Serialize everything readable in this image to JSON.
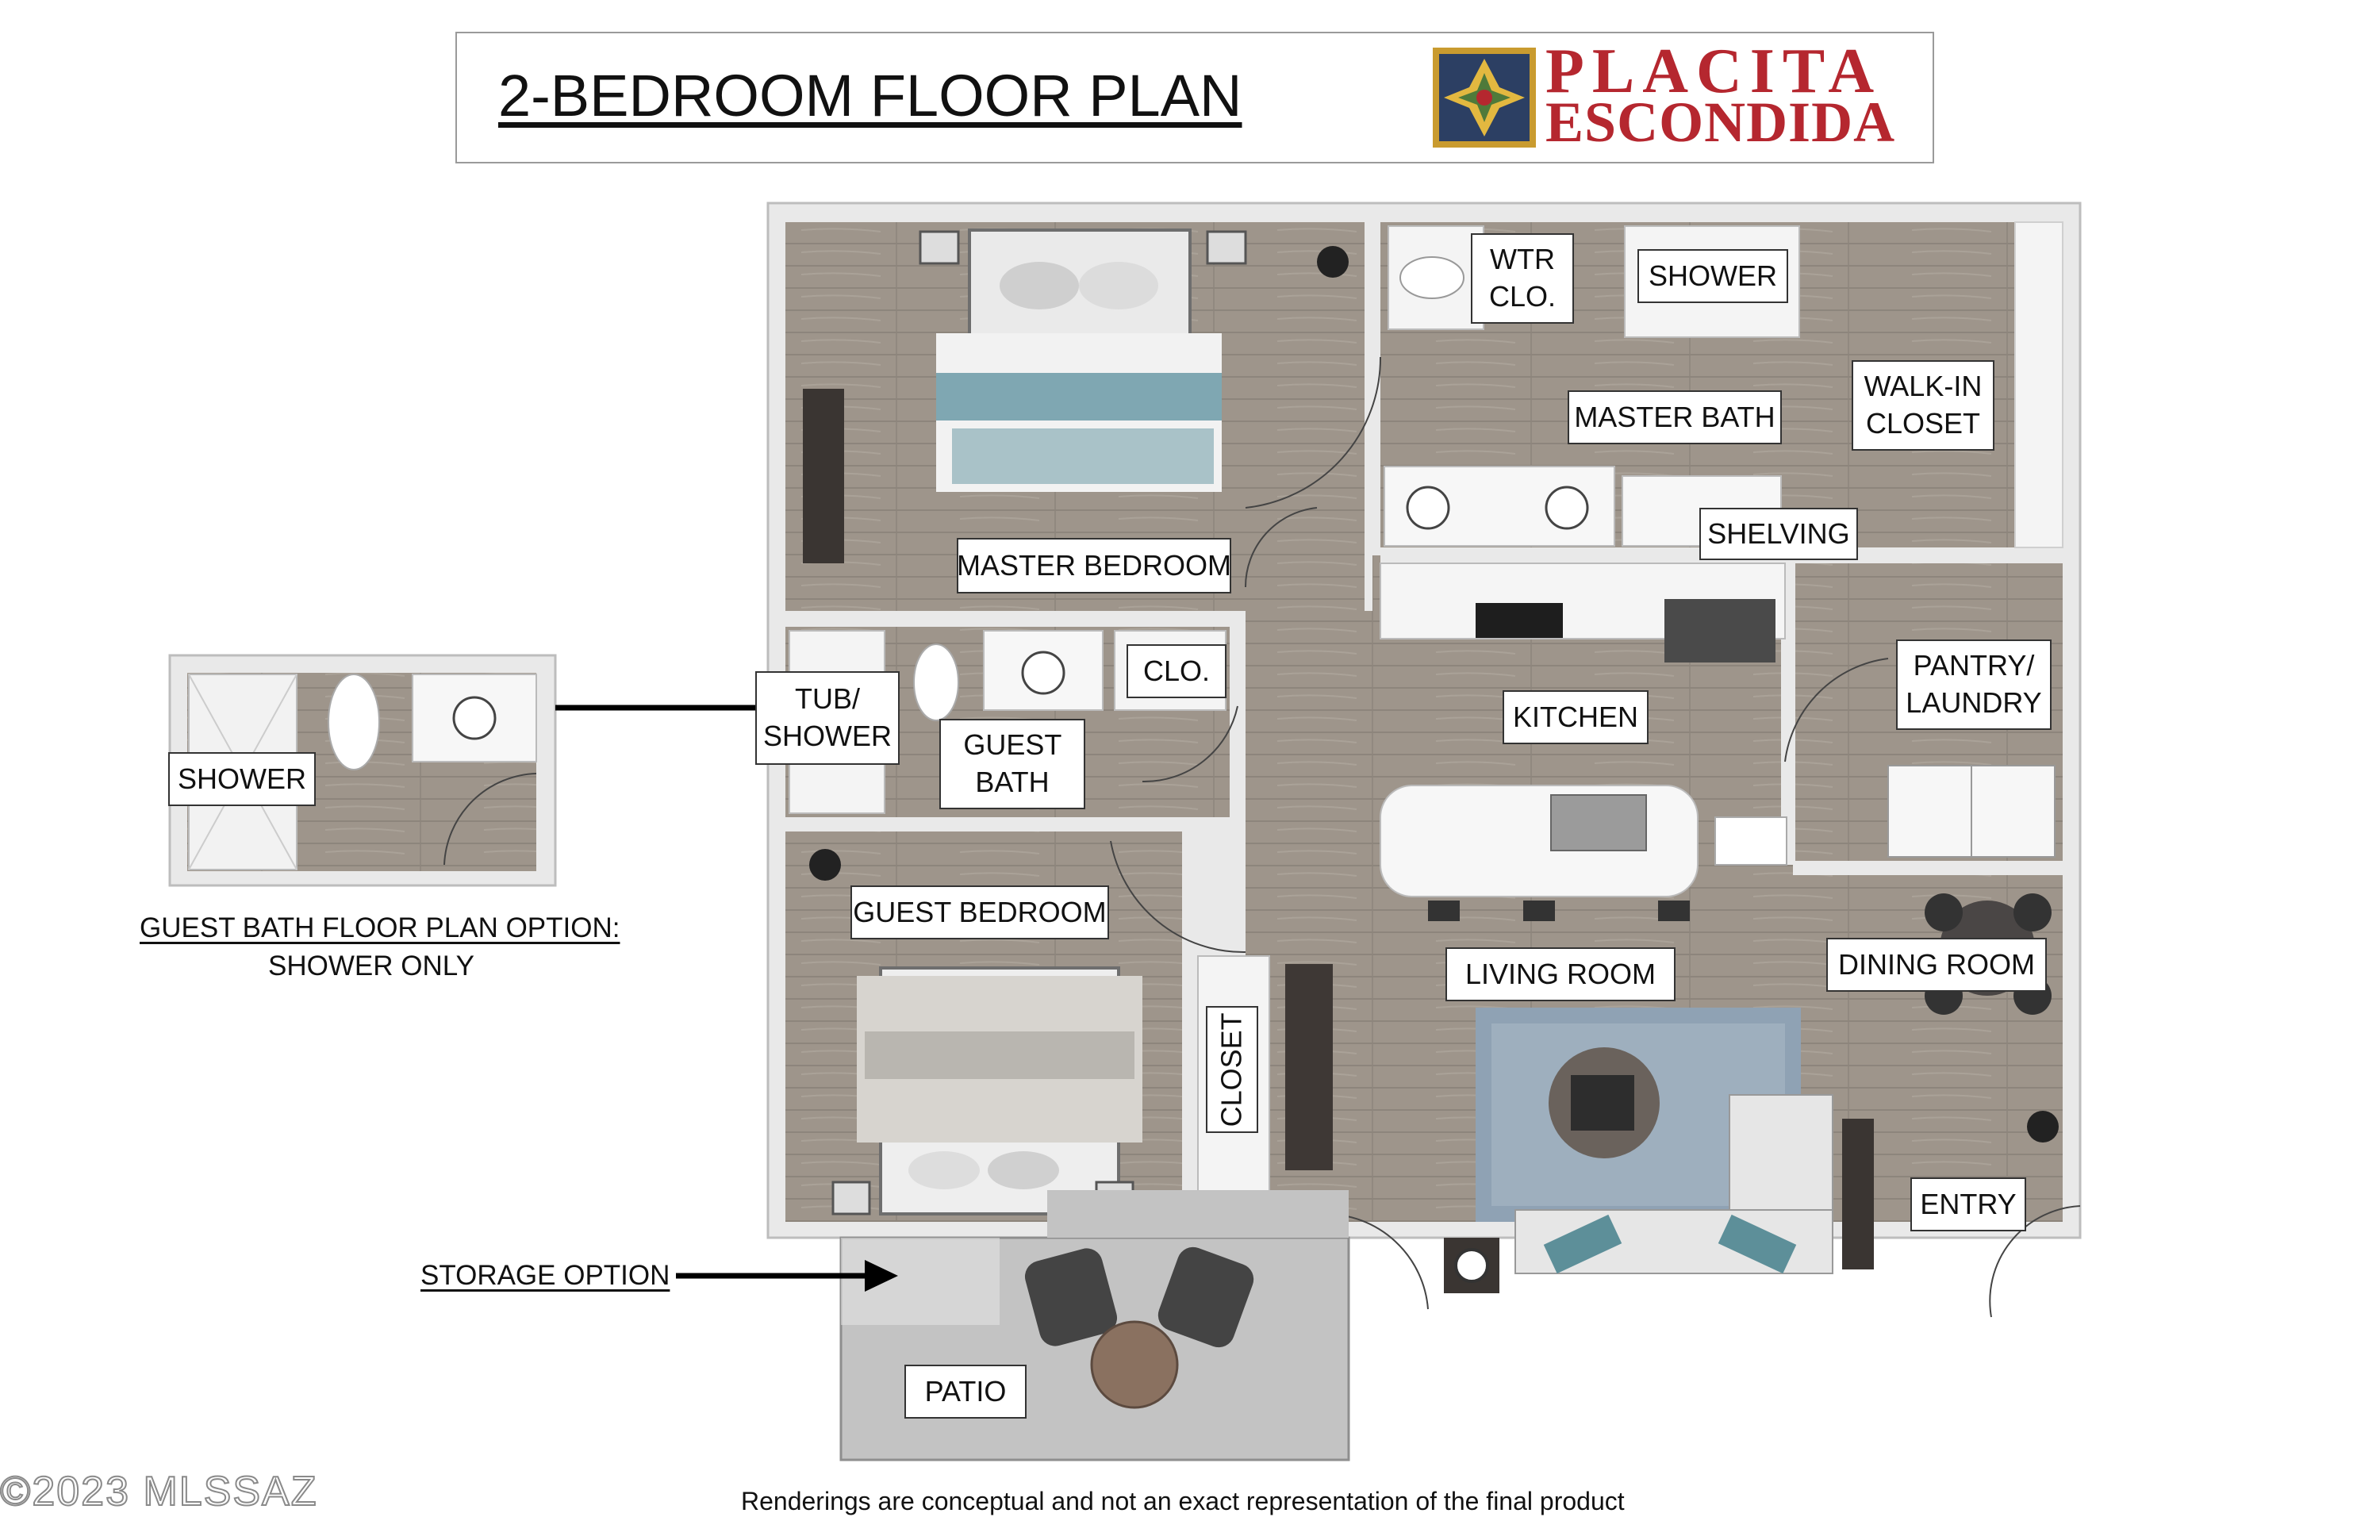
{
  "header": {
    "title": "2-BEDROOM FLOOR PLAN",
    "brand_line1": "PLACITA",
    "brand_line2": "ESCONDIDA",
    "brand_color": "#b5272f"
  },
  "rooms": {
    "master_bedroom": "MASTER BEDROOM",
    "water_closet": "WTR CLO.",
    "master_shower": "SHOWER",
    "master_bath": "MASTER BATH",
    "walk_in_closet": "WALK-IN CLOSET",
    "shelving": "SHELVING",
    "tub_shower": "TUB/ SHOWER",
    "guest_bath": "GUEST BATH",
    "closet_small": "CLO.",
    "kitchen": "KITCHEN",
    "pantry_laundry": "PANTRY/ LAUNDRY",
    "guest_bedroom": "GUEST BEDROOM",
    "living_room": "LIVING ROOM",
    "dining_room": "DINING ROOM",
    "closet": "CLOSET",
    "entry": "ENTRY",
    "patio": "PATIO"
  },
  "option": {
    "shower_label": "SHOWER",
    "caption_line1": "GUEST BATH FLOOR PLAN OPTION:",
    "caption_line2": "SHOWER ONLY",
    "storage_label": "STORAGE OPTION"
  },
  "footer": {
    "disclaimer": "Renderings are conceptual and not an exact representation of the final product",
    "watermark": "©2023 MLSSAZ"
  },
  "colors": {
    "floor": "#9e958b",
    "wall": "#e9e9e9",
    "patio": "#c3c3c3",
    "rug": "#8fa2b4",
    "bedding_blue": "#7fa7b2"
  }
}
